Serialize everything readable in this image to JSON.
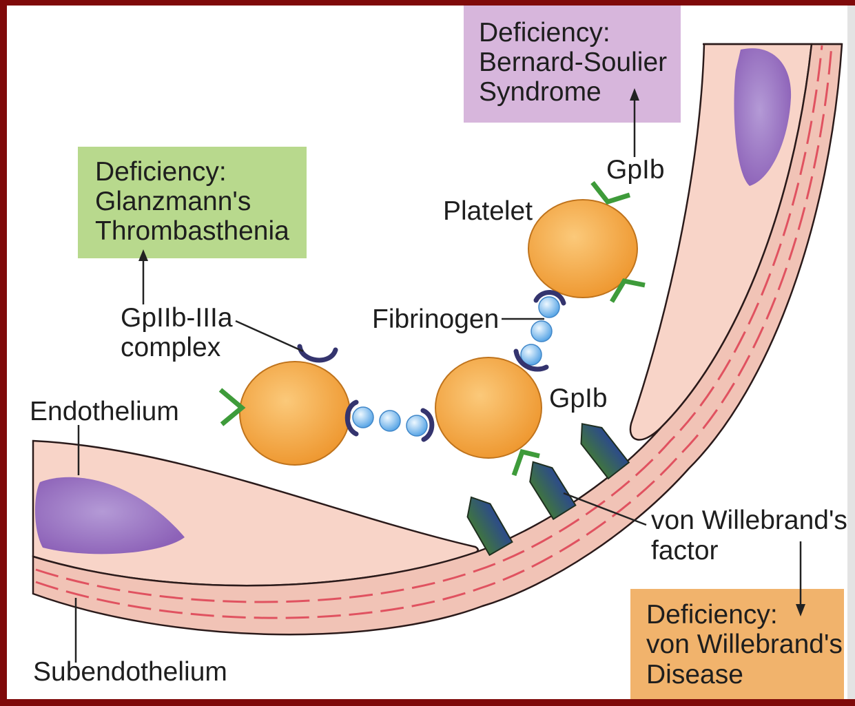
{
  "diagram": {
    "boxes": {
      "bernard_soulier": {
        "lines": [
          "Deficiency:",
          "Bernard-Soulier",
          "Syndrome"
        ],
        "color": "#d7b6dc"
      },
      "glanzmann": {
        "lines": [
          "Deficiency:",
          "Glanzmann's",
          "Thrombasthenia"
        ],
        "color": "#b8d98d"
      },
      "von_willebrand": {
        "lines": [
          "Deficiency:",
          "von Willebrand's",
          "Disease"
        ],
        "color": "#f1b36c"
      }
    },
    "labels": {
      "gpib_upper": "GpIb",
      "platelet": "Platelet",
      "gpiib_iiia": [
        "GpIIb-IIIa",
        "complex"
      ],
      "fibrinogen": "Fibrinogen",
      "gpib_lower": "GpIb",
      "endothelium": "Endothelium",
      "vwf": [
        "von Willebrand's",
        "factor"
      ],
      "subendothelium": "Subendothelium"
    }
  },
  "colors": {
    "frame": "#7f0a0a",
    "canvas": "#ffffff",
    "platelet": "#ee972f",
    "platelet_outline": "#bf731c",
    "fibrinogen": "#5aa6e6",
    "gpib": "#3e9b3a",
    "gpiib_iiia": "#34346e",
    "endothelium": "#f8d4c8",
    "subendothelium": "#f1c3b6",
    "subendothelium_dashes": "#e05260",
    "nucleus": "#8d62b8"
  }
}
